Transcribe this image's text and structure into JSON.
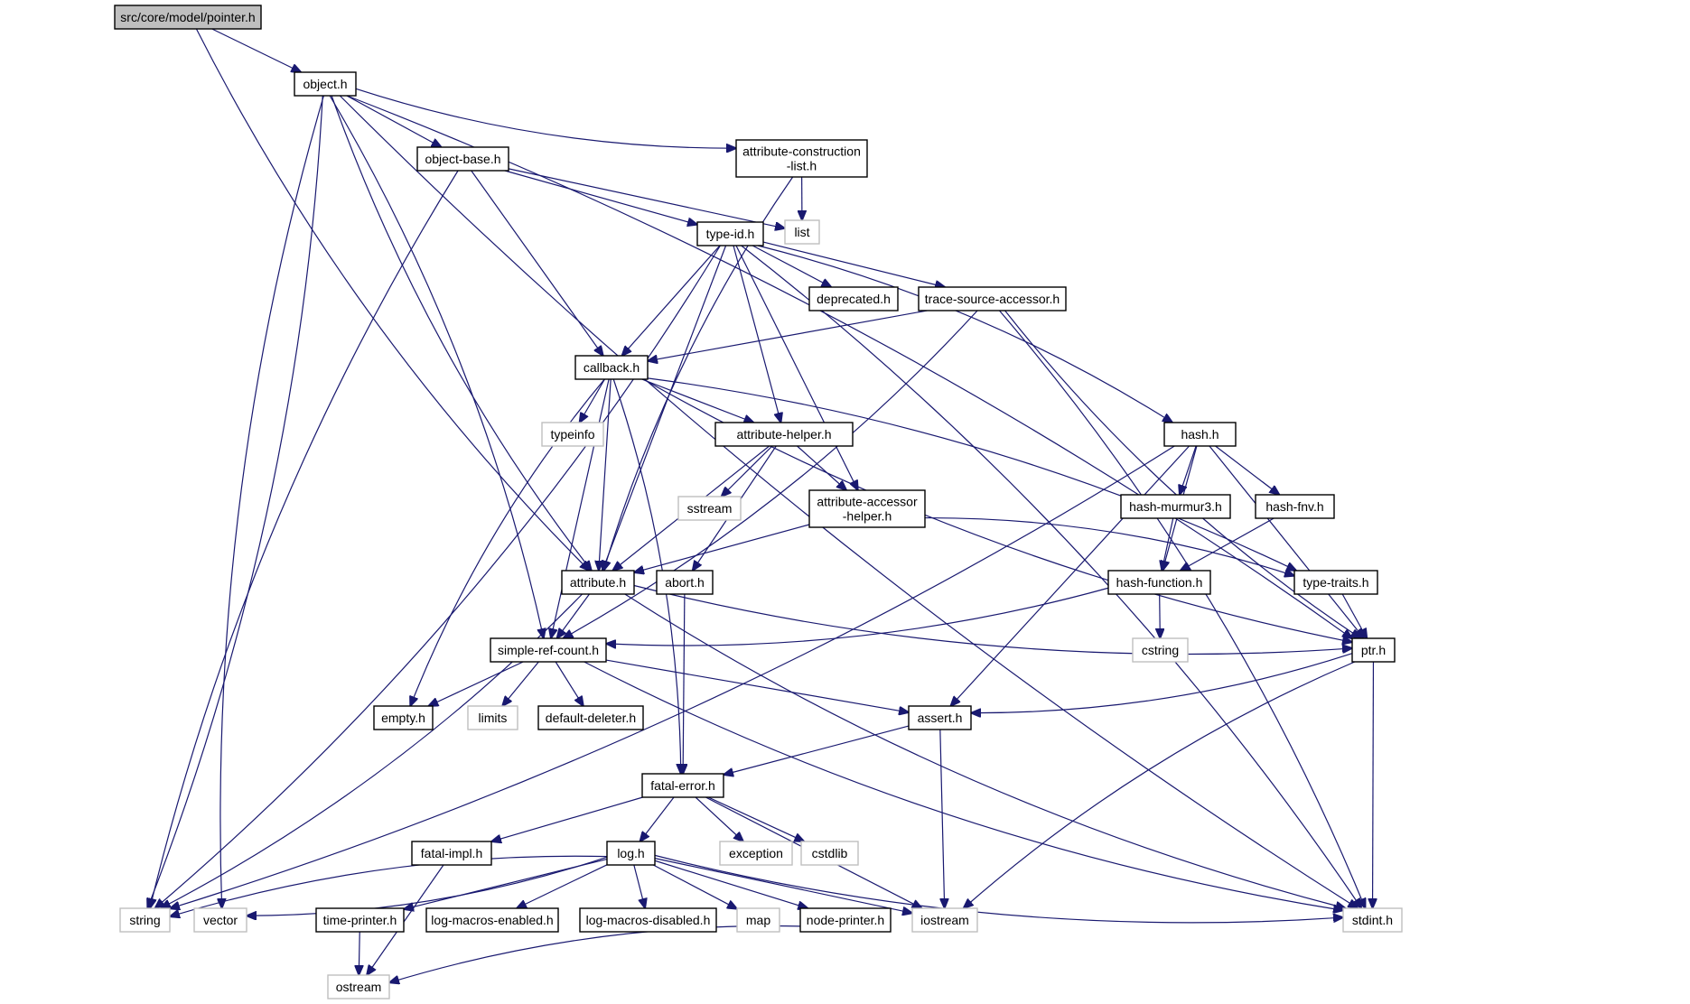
{
  "diagram": {
    "title": "src/core/model/pointer.h include dependency graph",
    "colors": {
      "edge": "#191970",
      "root_fill": "#bfbfbf",
      "node_border": "#000000",
      "external_border": "#bfbfbf"
    },
    "nodes": [
      {
        "id": "pointer",
        "label": "src/core/model/pointer.h",
        "kind": "root"
      },
      {
        "id": "object",
        "label": "object.h",
        "kind": "internal"
      },
      {
        "id": "object-base",
        "label": "object-base.h",
        "kind": "internal"
      },
      {
        "id": "attr-cons-list",
        "label": "attribute-construction\n-list.h",
        "kind": "internal"
      },
      {
        "id": "list",
        "label": "list",
        "kind": "external"
      },
      {
        "id": "type-id",
        "label": "type-id.h",
        "kind": "internal"
      },
      {
        "id": "deprecated",
        "label": "deprecated.h",
        "kind": "internal"
      },
      {
        "id": "trace-source-accessor",
        "label": "trace-source-accessor.h",
        "kind": "internal"
      },
      {
        "id": "callback",
        "label": "callback.h",
        "kind": "internal"
      },
      {
        "id": "typeinfo",
        "label": "typeinfo",
        "kind": "external"
      },
      {
        "id": "attribute-helper",
        "label": "attribute-helper.h",
        "kind": "internal"
      },
      {
        "id": "hash",
        "label": "hash.h",
        "kind": "internal"
      },
      {
        "id": "sstream",
        "label": "sstream",
        "kind": "external"
      },
      {
        "id": "attr-accessor-helper",
        "label": "attribute-accessor\n-helper.h",
        "kind": "internal"
      },
      {
        "id": "hash-murmur3",
        "label": "hash-murmur3.h",
        "kind": "internal"
      },
      {
        "id": "hash-fnv",
        "label": "hash-fnv.h",
        "kind": "internal"
      },
      {
        "id": "attribute",
        "label": "attribute.h",
        "kind": "internal"
      },
      {
        "id": "abort",
        "label": "abort.h",
        "kind": "internal"
      },
      {
        "id": "hash-function",
        "label": "hash-function.h",
        "kind": "internal"
      },
      {
        "id": "type-traits",
        "label": "type-traits.h",
        "kind": "internal"
      },
      {
        "id": "simple-ref-count",
        "label": "simple-ref-count.h",
        "kind": "internal"
      },
      {
        "id": "cstring",
        "label": "cstring",
        "kind": "external"
      },
      {
        "id": "ptr",
        "label": "ptr.h",
        "kind": "internal"
      },
      {
        "id": "empty",
        "label": "empty.h",
        "kind": "internal"
      },
      {
        "id": "limits",
        "label": "limits",
        "kind": "external"
      },
      {
        "id": "default-deleter",
        "label": "default-deleter.h",
        "kind": "internal"
      },
      {
        "id": "assert",
        "label": "assert.h",
        "kind": "internal"
      },
      {
        "id": "fatal-error",
        "label": "fatal-error.h",
        "kind": "internal"
      },
      {
        "id": "fatal-impl",
        "label": "fatal-impl.h",
        "kind": "internal"
      },
      {
        "id": "log",
        "label": "log.h",
        "kind": "internal"
      },
      {
        "id": "exception",
        "label": "exception",
        "kind": "external"
      },
      {
        "id": "cstdlib",
        "label": "cstdlib",
        "kind": "external"
      },
      {
        "id": "string",
        "label": "string",
        "kind": "external"
      },
      {
        "id": "vector",
        "label": "vector",
        "kind": "external"
      },
      {
        "id": "time-printer",
        "label": "time-printer.h",
        "kind": "internal"
      },
      {
        "id": "log-macros-enabled",
        "label": "log-macros-enabled.h",
        "kind": "internal"
      },
      {
        "id": "log-macros-disabled",
        "label": "log-macros-disabled.h",
        "kind": "internal"
      },
      {
        "id": "map",
        "label": "map",
        "kind": "external"
      },
      {
        "id": "node-printer",
        "label": "node-printer.h",
        "kind": "internal"
      },
      {
        "id": "iostream",
        "label": "iostream",
        "kind": "external"
      },
      {
        "id": "stdint",
        "label": "stdint.h",
        "kind": "external"
      },
      {
        "id": "ostream",
        "label": "ostream",
        "kind": "external"
      }
    ],
    "edges": [
      [
        "pointer",
        "object"
      ],
      [
        "pointer",
        "attribute"
      ],
      [
        "object",
        "object-base"
      ],
      [
        "object",
        "attr-cons-list"
      ],
      [
        "object",
        "ptr"
      ],
      [
        "object",
        "stdint"
      ],
      [
        "object",
        "string"
      ],
      [
        "object",
        "vector"
      ],
      [
        "object",
        "simple-ref-count"
      ],
      [
        "object",
        "attribute"
      ],
      [
        "object-base",
        "list"
      ],
      [
        "object-base",
        "type-id"
      ],
      [
        "object-base",
        "callback"
      ],
      [
        "object-base",
        "string"
      ],
      [
        "attr-cons-list",
        "list"
      ],
      [
        "attr-cons-list",
        "attribute"
      ],
      [
        "type-id",
        "deprecated"
      ],
      [
        "type-id",
        "trace-source-accessor"
      ],
      [
        "type-id",
        "callback"
      ],
      [
        "type-id",
        "attribute-helper"
      ],
      [
        "type-id",
        "hash"
      ],
      [
        "type-id",
        "attribute"
      ],
      [
        "type-id",
        "string"
      ],
      [
        "type-id",
        "attr-accessor-helper"
      ],
      [
        "type-id",
        "stdint"
      ],
      [
        "trace-source-accessor",
        "callback"
      ],
      [
        "trace-source-accessor",
        "simple-ref-count"
      ],
      [
        "trace-source-accessor",
        "ptr"
      ],
      [
        "trace-source-accessor",
        "stdint"
      ],
      [
        "callback",
        "typeinfo"
      ],
      [
        "callback",
        "attribute-helper"
      ],
      [
        "callback",
        "attribute"
      ],
      [
        "callback",
        "simple-ref-count"
      ],
      [
        "callback",
        "empty"
      ],
      [
        "callback",
        "fatal-error"
      ],
      [
        "callback",
        "ptr"
      ],
      [
        "callback",
        "type-traits"
      ],
      [
        "attribute-helper",
        "sstream"
      ],
      [
        "attribute-helper",
        "attr-accessor-helper"
      ],
      [
        "attribute-helper",
        "abort"
      ],
      [
        "attribute-helper",
        "attribute"
      ],
      [
        "attr-accessor-helper",
        "attribute"
      ],
      [
        "attr-accessor-helper",
        "type-traits"
      ],
      [
        "hash",
        "hash-murmur3"
      ],
      [
        "hash",
        "hash-fnv"
      ],
      [
        "hash",
        "hash-function"
      ],
      [
        "hash",
        "ptr"
      ],
      [
        "hash",
        "assert"
      ],
      [
        "hash",
        "string"
      ],
      [
        "hash-murmur3",
        "hash-function"
      ],
      [
        "hash-fnv",
        "hash-function"
      ],
      [
        "hash-function",
        "cstring"
      ],
      [
        "hash-function",
        "simple-ref-count"
      ],
      [
        "type-traits",
        "ptr"
      ],
      [
        "attribute",
        "simple-ref-count"
      ],
      [
        "attribute",
        "ptr"
      ],
      [
        "attribute",
        "string"
      ],
      [
        "attribute",
        "stdint"
      ],
      [
        "abort",
        "fatal-error"
      ],
      [
        "simple-ref-count",
        "empty"
      ],
      [
        "simple-ref-count",
        "limits"
      ],
      [
        "simple-ref-count",
        "default-deleter"
      ],
      [
        "simple-ref-count",
        "assert"
      ],
      [
        "simple-ref-count",
        "stdint"
      ],
      [
        "ptr",
        "assert"
      ],
      [
        "ptr",
        "iostream"
      ],
      [
        "ptr",
        "stdint"
      ],
      [
        "assert",
        "fatal-error"
      ],
      [
        "assert",
        "iostream"
      ],
      [
        "fatal-error",
        "fatal-impl"
      ],
      [
        "fatal-error",
        "log"
      ],
      [
        "fatal-error",
        "exception"
      ],
      [
        "fatal-error",
        "cstdlib"
      ],
      [
        "fatal-error",
        "iostream"
      ],
      [
        "fatal-impl",
        "ostream"
      ],
      [
        "log",
        "string"
      ],
      [
        "log",
        "vector"
      ],
      [
        "log",
        "time-printer"
      ],
      [
        "log",
        "log-macros-enabled"
      ],
      [
        "log",
        "log-macros-disabled"
      ],
      [
        "log",
        "map"
      ],
      [
        "log",
        "node-printer"
      ],
      [
        "log",
        "iostream"
      ],
      [
        "log",
        "stdint"
      ],
      [
        "time-printer",
        "ostream"
      ],
      [
        "node-printer",
        "ostream"
      ]
    ]
  }
}
